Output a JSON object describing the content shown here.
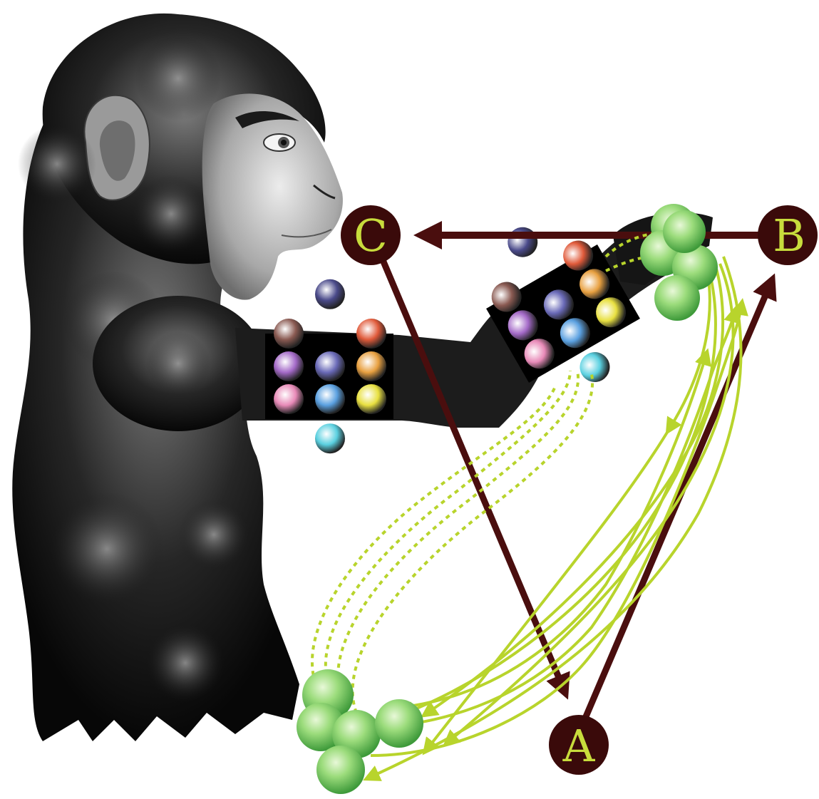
{
  "nodes": [
    {
      "id": "node-a",
      "label": "A"
    },
    {
      "id": "node-b",
      "label": "B"
    },
    {
      "id": "node-c",
      "label": "C"
    }
  ],
  "colors": {
    "node_fill": "#3a0a0a",
    "node_label": "#c8dc3c",
    "arrow": "#4a0e0e",
    "trajectory": "#b8d42c",
    "cluster": "#7bcf6a",
    "fur_dark": "#0d0d0d",
    "fur_light": "#6a6a6a",
    "face": "#c9c9c9"
  },
  "electrode_colors": [
    "#8a5a52",
    "#4a4a8a",
    "#e05a3a",
    "#a46ac8",
    "#6a6ab8",
    "#e8a040",
    "#e88ab8",
    "#5aa0e0",
    "#e8e040",
    "#5ad0e0"
  ],
  "icons": [
    "monkey-figure",
    "electrode-array-icon",
    "neuron-cluster-icon"
  ]
}
